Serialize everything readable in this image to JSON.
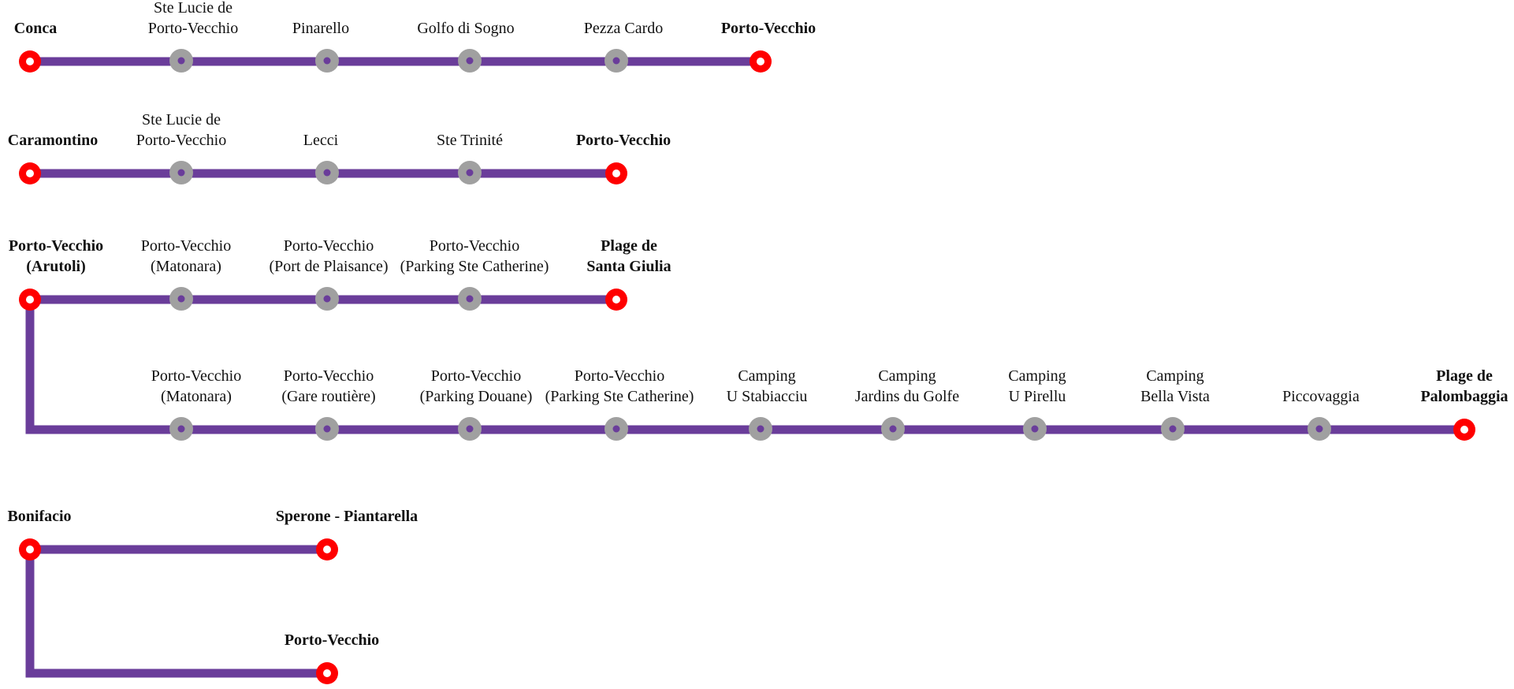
{
  "colors": {
    "line": "#6a3d9a",
    "terminus": "#ff0000",
    "stop": "#a0a0a0",
    "stop_dot": "#6a3d9a",
    "background": "#ffffff"
  },
  "routes": [
    {
      "id": "conca",
      "stops": [
        {
          "lines": [
            "Conca"
          ],
          "terminus": true
        },
        {
          "lines": [
            "Ste Lucie de",
            "Porto-Vecchio"
          ],
          "terminus": false
        },
        {
          "lines": [
            "Pinarello"
          ],
          "terminus": false
        },
        {
          "lines": [
            "Golfo di Sogno"
          ],
          "terminus": false
        },
        {
          "lines": [
            "Pezza Cardo"
          ],
          "terminus": false
        },
        {
          "lines": [
            "Porto-Vecchio"
          ],
          "terminus": true
        }
      ]
    },
    {
      "id": "caramontino",
      "stops": [
        {
          "lines": [
            "Caramontino"
          ],
          "terminus": true
        },
        {
          "lines": [
            "Ste Lucie de",
            "Porto-Vecchio"
          ],
          "terminus": false
        },
        {
          "lines": [
            "Lecci"
          ],
          "terminus": false
        },
        {
          "lines": [
            "Ste Trinité"
          ],
          "terminus": false
        },
        {
          "lines": [
            "Porto-Vecchio"
          ],
          "terminus": true
        }
      ]
    },
    {
      "id": "santa-giulia",
      "stops": [
        {
          "lines": [
            "Porto-Vecchio",
            "(Arutoli)"
          ],
          "terminus": true
        },
        {
          "lines": [
            "Porto-Vecchio",
            "(Matonara)"
          ],
          "terminus": false
        },
        {
          "lines": [
            "Porto-Vecchio",
            "(Port de Plaisance)"
          ],
          "terminus": false
        },
        {
          "lines": [
            "Porto-Vecchio",
            "(Parking Ste Catherine)"
          ],
          "terminus": false
        },
        {
          "lines": [
            "Plage de",
            "Santa Giulia"
          ],
          "terminus": true
        }
      ]
    },
    {
      "id": "palombaggia",
      "stops": [
        {
          "lines": [
            "Porto-Vecchio",
            "(Matonara)"
          ],
          "terminus": false
        },
        {
          "lines": [
            "Porto-Vecchio",
            "(Gare routière)"
          ],
          "terminus": false
        },
        {
          "lines": [
            "Porto-Vecchio",
            "(Parking Douane)"
          ],
          "terminus": false
        },
        {
          "lines": [
            "Porto-Vecchio",
            "(Parking Ste Catherine)"
          ],
          "terminus": false
        },
        {
          "lines": [
            "Camping",
            "U Stabiacciu"
          ],
          "terminus": false
        },
        {
          "lines": [
            "Camping",
            "Jardins du Golfe"
          ],
          "terminus": false
        },
        {
          "lines": [
            "Camping",
            "U Pirellu"
          ],
          "terminus": false
        },
        {
          "lines": [
            "Camping",
            "Bella Vista"
          ],
          "terminus": false
        },
        {
          "lines": [
            "Piccovaggia"
          ],
          "terminus": false
        },
        {
          "lines": [
            "Plage de",
            "Palombaggia"
          ],
          "terminus": true
        }
      ]
    },
    {
      "id": "bonifacio",
      "stops": [
        {
          "lines": [
            "Bonifacio"
          ],
          "terminus": true
        },
        {
          "lines": [
            "Sperone - Piantarella"
          ],
          "terminus": true
        }
      ]
    },
    {
      "id": "bonifacio-porto-vecchio",
      "stops": [
        {
          "lines": [
            "Porto-Vecchio"
          ],
          "terminus": true
        }
      ]
    }
  ]
}
